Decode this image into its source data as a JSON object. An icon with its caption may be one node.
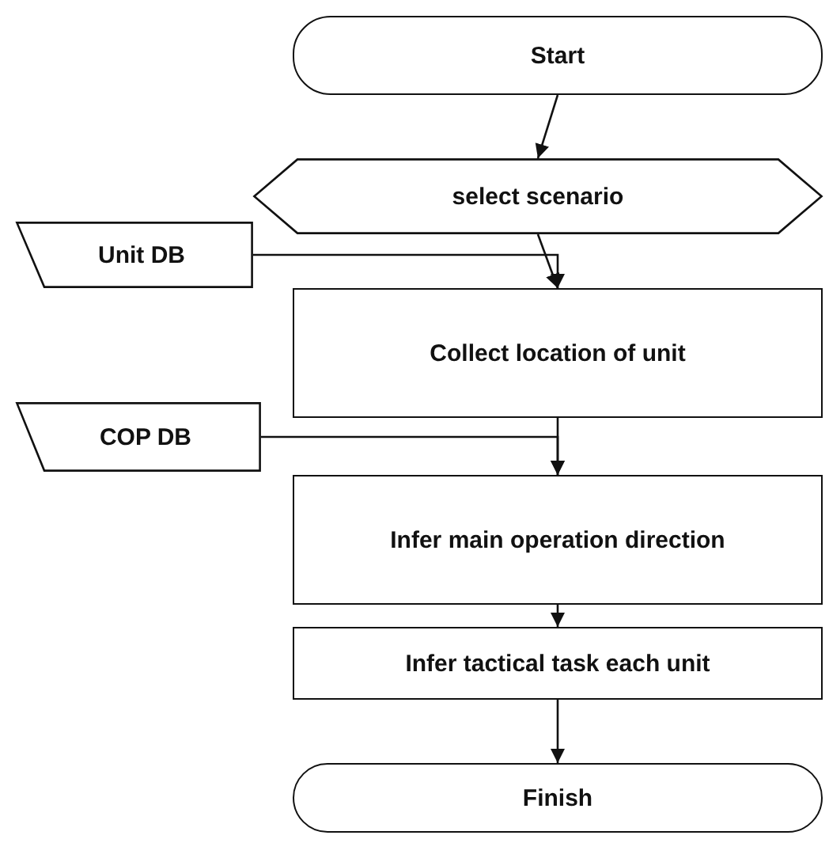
{
  "diagram": {
    "nodes": [
      {
        "text": [
          "Start"
        ]
      },
      {
        "text": [
          "select scenario"
        ]
      },
      {
        "text": [
          "Unit DB"
        ]
      },
      {
        "text": [
          "Collect location of unit"
        ]
      },
      {
        "text": [
          "COP DB"
        ]
      },
      {
        "text": [
          "Infer main operation direction"
        ]
      },
      {
        "text": [
          "Infer tactical task each unit"
        ]
      },
      {
        "text": [
          "Finish"
        ]
      }
    ],
    "edges": [
      {
        "from": 0,
        "to": 1,
        "arrow": "to"
      },
      {
        "from": 1,
        "to": 3,
        "arrow": "to"
      },
      {
        "from": 2,
        "to": 3,
        "arrow": "to"
      },
      {
        "from": 4,
        "to": 5,
        "arrow": "to"
      },
      {
        "from": 3,
        "to": 5,
        "arrow": "to"
      },
      {
        "from": 5,
        "to": 6,
        "arrow": "to"
      },
      {
        "from": 6,
        "to": 7,
        "arrow": "to"
      }
    ]
  }
}
